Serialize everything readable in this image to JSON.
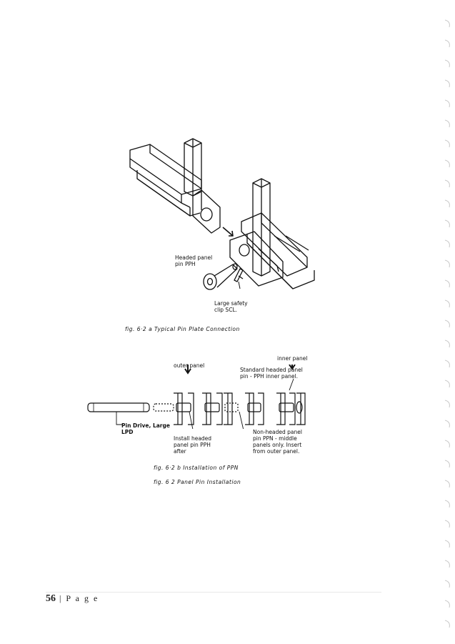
{
  "figure_a": {
    "label_headed_pin": "Headed panel\npin PPH",
    "label_safety_clip": "Large safety\nclip SCL.",
    "caption": "fig. 6·2 a   Typical Pin Plate Connection"
  },
  "figure_b": {
    "label_inner_panel": "inner panel",
    "label_outer_panel": "outer panel",
    "label_standard_pin": "Standard headed panel\npin - PPH inner panel.",
    "label_pin_drive": "Pin Drive, Large\nLPD",
    "label_install": "Install headed\npanel pin PPH\nafter",
    "label_non_headed": "Non-headed panel\npin PPN - middle\npanels only. Insert\nfrom outer panel.",
    "caption": "fig. 6·2 b   Installation of PPN"
  },
  "figure_caption": "fig. 6 2   Panel Pin Installation",
  "footer": {
    "page_number": "56",
    "page_label": " | P a g e"
  }
}
